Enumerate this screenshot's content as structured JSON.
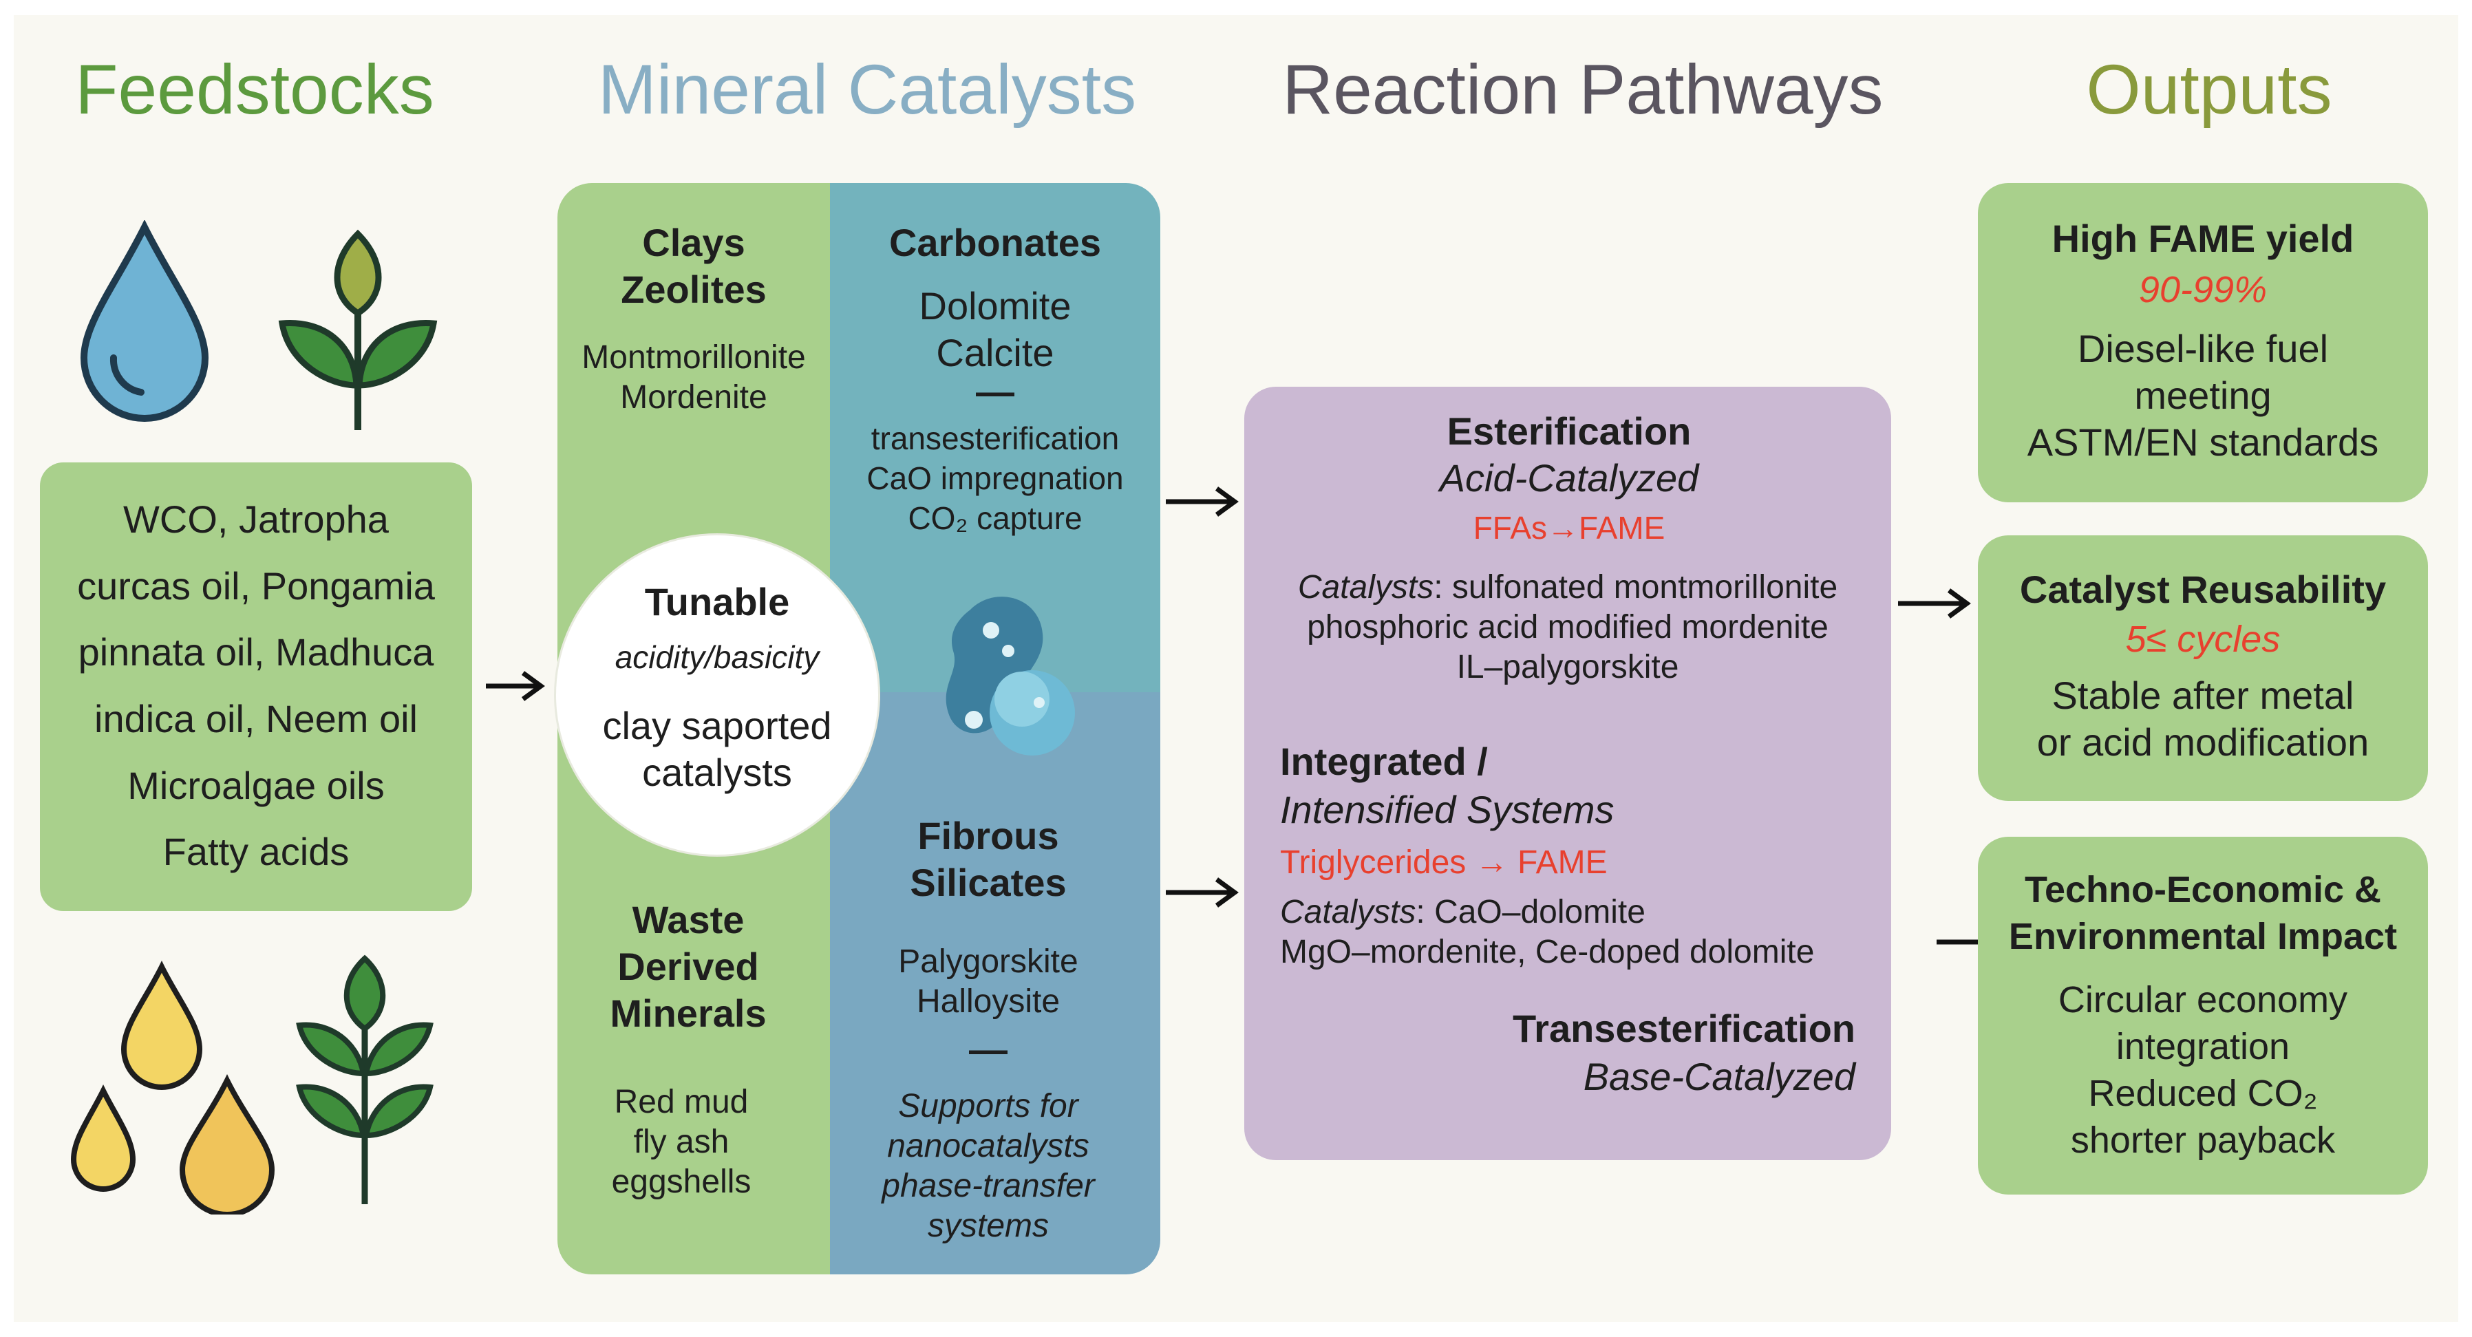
{
  "colors": {
    "background": "#f9f8f2",
    "feedstocks_title": "#5c9a3e",
    "catalysts_title": "#88aec4",
    "pathways_title": "#5a5560",
    "outputs_title": "#899a3c",
    "green_box": "#a9d08c",
    "teal_box": "#73b3bd",
    "blue_box": "#7aa8c1",
    "purple_box": "#cbb9d3",
    "highlight_red": "#e8402e"
  },
  "headers": {
    "feedstocks": "Feedstocks",
    "catalysts": "Mineral Catalysts",
    "pathways": "Reaction Pathways",
    "outputs": "Outputs"
  },
  "feedstocks": {
    "icons_top": [
      "water-drop-icon",
      "plant-sprout-icon"
    ],
    "icons_bottom": [
      "oil-drops-icon",
      "leaf-branch-icon"
    ],
    "lines": [
      "WCO, Jatropha",
      "curcas oil, Pongamia",
      "pinnata oil, Madhuca",
      "indica oil, Neem oil",
      "Microalgae oils",
      "Fatty acids"
    ]
  },
  "catalysts": {
    "clays": {
      "title1": "Clays",
      "title2": "Zeolites",
      "items": [
        "Montmorillonite",
        "Mordenite"
      ]
    },
    "carbonates": {
      "title": "Carbonates",
      "items": [
        "Dolomite",
        "Calcite"
      ],
      "dash": "—",
      "uses": [
        "transesterification",
        "CaO impregnation",
        "CO₂ capture"
      ]
    },
    "center": {
      "title": "Tunable",
      "subtitle": "acidity/basicity",
      "lines": [
        "clay saported",
        "catalysts"
      ]
    },
    "waste": {
      "title": [
        "Waste",
        "Derived",
        "Minerals"
      ],
      "items": [
        "Red mud",
        "fly ash",
        "eggshells"
      ]
    },
    "fibrous": {
      "title": [
        "Fibrous",
        "Silicates"
      ],
      "items": [
        "Palygorskite",
        "Halloysite"
      ],
      "dash": "—",
      "notes": [
        "Supports for",
        "nanocatalysts",
        "phase-transfer",
        "systems"
      ]
    },
    "icon": "mineral-particles-icon"
  },
  "pathways": {
    "esterification": {
      "title": "Esterification",
      "subtitle": "Acid-Catalyzed",
      "reaction": "FFAs→FAME",
      "catalysts_label": "Catalysts",
      "catalysts_line1": ": sulfonated montmorillonite",
      "catalysts_line2": "phosphoric acid modified mordenite",
      "catalysts_line3": "IL–palygorskite"
    },
    "integrated": {
      "title": "Integrated /",
      "subtitle": "Intensified Systems",
      "reaction": "Triglycerides → FAME",
      "catalysts_label": "Catalysts",
      "catalysts_line1": ": CaO–dolomite",
      "catalysts_line2": "MgO–mordenite, Ce-doped dolomite"
    },
    "transesterification": {
      "title": "Transesterification",
      "subtitle": "Base-Catalyzed"
    }
  },
  "outputs": {
    "fame": {
      "title": "High FAME yield",
      "value": "90-99%",
      "lines": [
        "Diesel-like fuel",
        "meeting",
        "ASTM/EN standards"
      ]
    },
    "reuse": {
      "title": "Catalyst Reusability",
      "value": "5≤  cycles",
      "lines": [
        "Stable after metal",
        "or acid modification"
      ]
    },
    "techno": {
      "title1": "Techno-Economic &",
      "title2": "Environmental Impact",
      "lines": [
        "Circular economy",
        "integration",
        "Reduced CO₂",
        "shorter payback"
      ]
    }
  }
}
